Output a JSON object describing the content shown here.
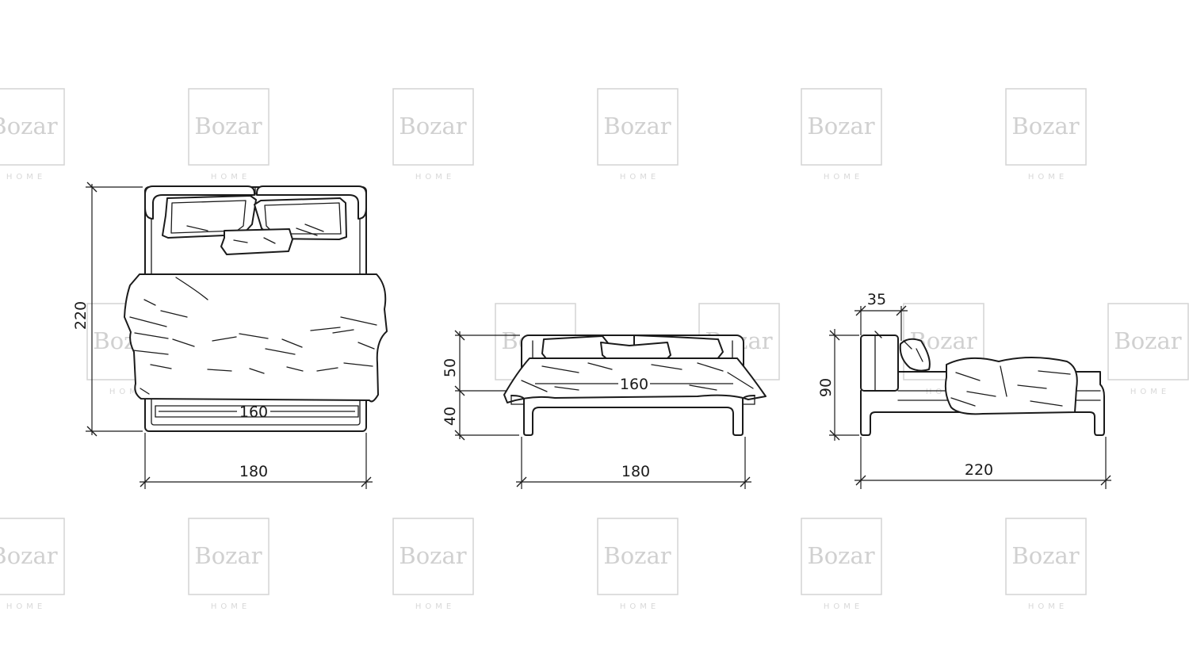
{
  "watermark": {
    "brand": "Bozar",
    "sub": "HOME"
  },
  "views": {
    "top": {
      "width_outer": "180",
      "width_inner": "160",
      "length": "220"
    },
    "front": {
      "width_outer": "180",
      "width_inner": "160",
      "height_upper": "50",
      "height_lower": "40"
    },
    "side": {
      "length": "220",
      "height": "90",
      "headboard_depth": "35"
    }
  }
}
